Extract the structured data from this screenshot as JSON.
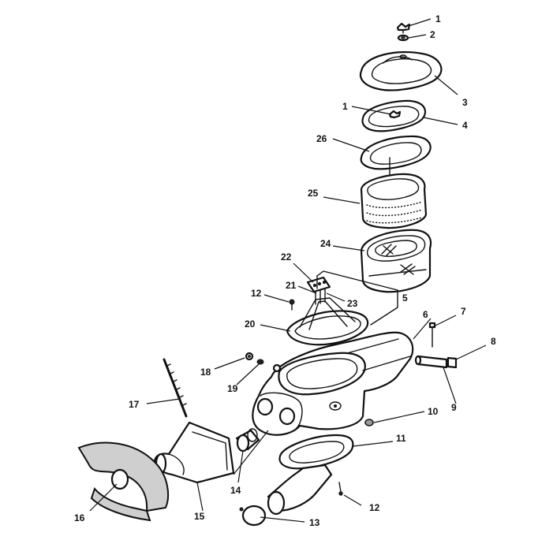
{
  "callouts": {
    "c1a": "1",
    "c1b": "1",
    "c2": "2",
    "c3": "3",
    "c4": "4",
    "c5": "5",
    "c6": "6",
    "c7": "7",
    "c8": "8",
    "c9": "9",
    "c10": "10",
    "c11": "11",
    "c12a": "12",
    "c12b": "12",
    "c13": "13",
    "c14": "14",
    "c15": "15",
    "c16": "16",
    "c17": "17",
    "c18": "18",
    "c19": "19",
    "c20": "20",
    "c21": "21",
    "c22": "22",
    "c23": "23",
    "c24": "24",
    "c25": "25",
    "c26": "26"
  }
}
